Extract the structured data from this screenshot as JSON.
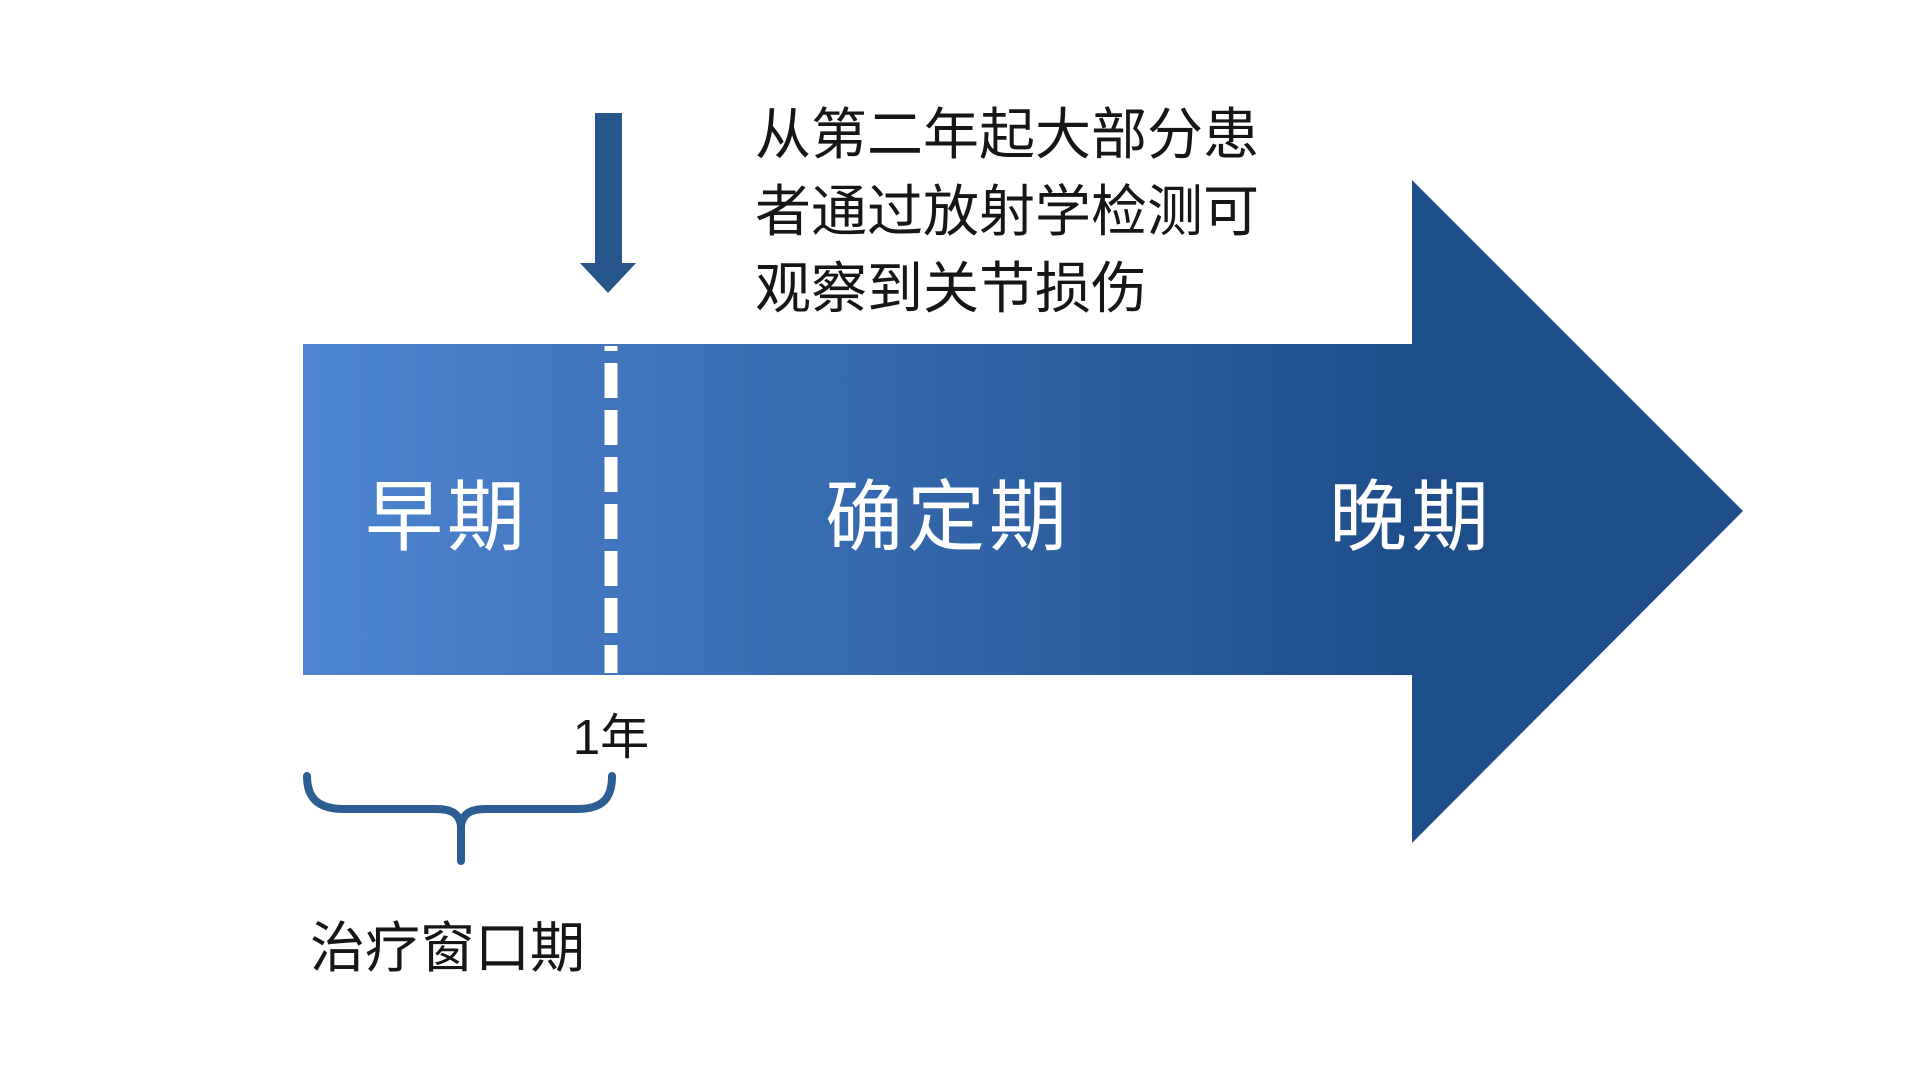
{
  "diagram": {
    "title_hint": "disease-stage-timeline",
    "stages": [
      {
        "label": "早期"
      },
      {
        "label": "确定期"
      },
      {
        "label": "晚期"
      }
    ],
    "annotation": "从第二年起大部分患\n者通过放射学检测可\n观察到关节损伤",
    "milestone_label": "1年",
    "window_label": "治疗窗口期",
    "colors": {
      "gradient_start": "#4e85d1",
      "gradient_end": "#1e4e8a",
      "arrow_head": "#1e4e8a",
      "down_arrow": "#26568c",
      "brace": "#2d5e93",
      "divider": "#ffffff",
      "text": "#161616",
      "stage_text": "#ffffff",
      "background": "#ffffff"
    }
  }
}
